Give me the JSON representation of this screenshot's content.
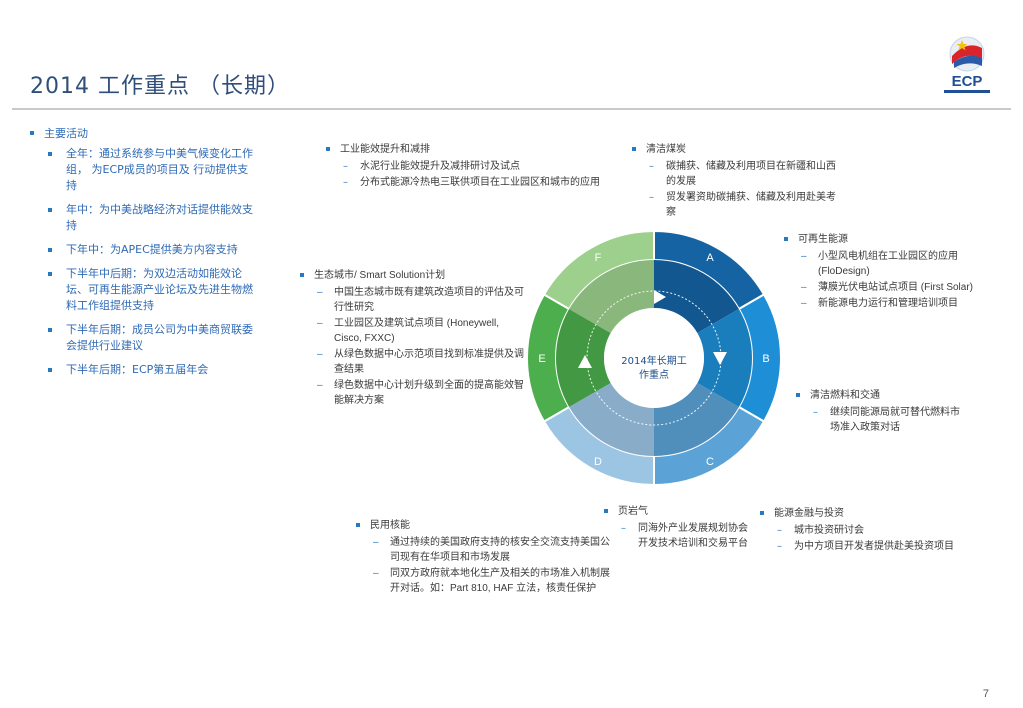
{
  "header": {
    "title": "2014 工作重点 （长期）",
    "logo_text": "ECP"
  },
  "page_number": "7",
  "left_panel": {
    "heading": "主要活动",
    "items": [
      "全年：通过系统参与中美气候变化工作组， 为ECP成员的项目及 行动提供支持",
      "年中：为中美战略经济对话提供能效支持",
      "下年中：为APEC提供美方内容支持",
      "下半年中后期：为双边活动如能效论坛、可再生能源产业论坛及先进生物燃料工作组提供支持",
      "下半年后期：成员公司为中美商贸联委会提供行业建议",
      "下半年后期：ECP第五届年会"
    ]
  },
  "wheel": {
    "center_label": "2014年长期工作重点",
    "segment_labels": [
      "A",
      "B",
      "C",
      "D",
      "E",
      "F"
    ],
    "colors": {
      "A": "#1563a3",
      "B": "#1e8fd6",
      "C": "#5ba3d6",
      "D": "#9cc5e4",
      "E": "#4cae4c",
      "F": "#9dd08c"
    }
  },
  "areas": {
    "industrial": {
      "title": "工业能效提升和减排",
      "items": [
        "水泥行业能效提升及减排研讨及试点",
        "分布式能源冷热电三联供项目在工业园区和城市的应用"
      ]
    },
    "clean_coal": {
      "title": "清洁煤炭",
      "items": [
        "碳捕获、储藏及利用项目在新疆和山西的发展",
        "贸发署资助碳捕获、储藏及利用赴美考察"
      ]
    },
    "renewable": {
      "title": "可再生能源",
      "items": [
        "小型风电机组在工业园区的应用(FloDesign)",
        "薄膜光伏电站试点项目 (First Solar)",
        "新能源电力运行和管理培训项目"
      ]
    },
    "eco_city": {
      "title": "生态城市/ Smart Solution计划",
      "items": [
        "中国生态城市既有建筑改造项目的评估及可行性研究",
        "工业园区及建筑试点项目 (Honeywell, Cisco, FXXC)",
        "从绿色数据中心示范项目找到标准提供及调查结果",
        "绿色数据中心计划升级到全面的提高能效智能解决方案"
      ]
    },
    "clean_fuel": {
      "title": "清洁燃料和交通",
      "items": [
        "继续同能源局就可替代燃料市场准入政策对话"
      ]
    },
    "shale_gas": {
      "title": "页岩气",
      "items": [
        "同海外产业发展规划协会开发技术培训和交易平台"
      ]
    },
    "nuclear": {
      "title": "民用核能",
      "items": [
        "通过持续的美国政府支持的核安全交流支持美国公司现有在华项目和市场发展",
        "同双方政府就本地化生产及相关的市场准入机制展开对话。如：Part 810, HAF 立法，核责任保护"
      ]
    },
    "finance": {
      "title": "能源金融与投资",
      "items": [
        "城市投资研讨会",
        "为中方项目开发者提供赴美投资项目"
      ]
    }
  }
}
